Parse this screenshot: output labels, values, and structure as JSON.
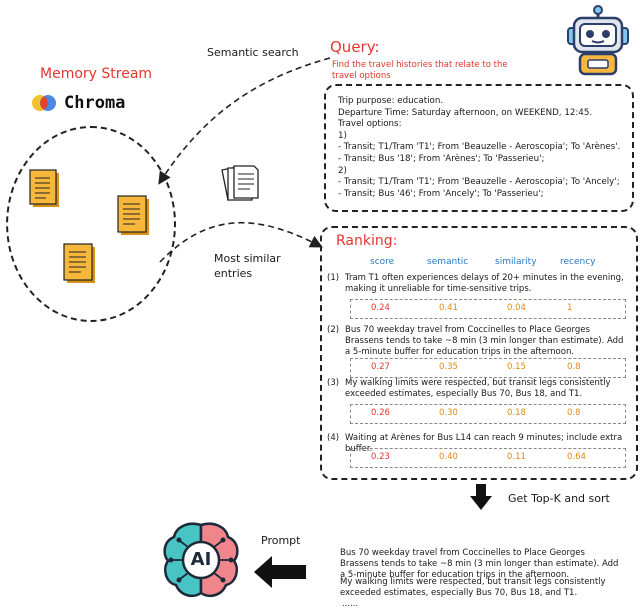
{
  "left": {
    "memory_stream_label": "Memory Stream",
    "chroma_label": "Chroma",
    "semantic_search_label": "Semantic search",
    "most_similar_label": "Most similar\nentries"
  },
  "query": {
    "title": "Query:",
    "subtitle": "Find the travel histories that relate to the travel options",
    "lines": [
      "Trip purpose: education.",
      "Departure Time: Saturday afternoon, on WEEKEND, 12:45.",
      "Travel options:",
      "1)",
      "- Transit; T1/Tram 'T1'; From 'Beauzelle  - Aeroscopia'; To 'Arènes'.",
      "- Transit; Bus '18'; From 'Arènes'; To 'Passerieu';",
      "2)",
      "- Transit; T1/Tram 'T1'; From 'Beauzelle  - Aeroscopia'; To 'Ancely';",
      "- Transit; Bus '46'; From 'Ancely'; To 'Passerieu';"
    ]
  },
  "ranking": {
    "title": "Ranking:",
    "headers": [
      "score",
      "semantic",
      "similarity",
      "recency"
    ],
    "items": [
      {
        "num": "(1)",
        "text": "Tram T1 often experiences delays of 20+ minutes in the evening, making it unreliable for time-sensitive trips.",
        "score": "0.24",
        "semantic": "0.41",
        "similarity": "0.04",
        "recency": "1"
      },
      {
        "num": "(2)",
        "text": "Bus 70 weekday travel from Coccinelles to Place Georges Brassens tends to take ~8 min (3 min longer than estimate). Add a 5-minute buffer for education trips in the afternoon.",
        "score": "0.27",
        "semantic": "0.35",
        "similarity": "0.15",
        "recency": "0.8"
      },
      {
        "num": "(3)",
        "text": "My walking limits were respected, but transit legs consistently exceeded estimates, especially Bus 70, Bus 18, and T1.",
        "score": "0.26",
        "semantic": "0.30",
        "similarity": "0.18",
        "recency": "0.8"
      },
      {
        "num": "(4)",
        "text": "Waiting at Arènes for Bus L14 can reach 9 minutes; include extra buffer.",
        "score": "0.23",
        "semantic": "0.40",
        "similarity": "0.11",
        "recency": "0.64"
      }
    ]
  },
  "bottom": {
    "topk_label": "Get Top-K and sort",
    "prompt_label": "Prompt",
    "ai_label": "AI",
    "result_1": "Bus 70 weekday travel from Coccinelles to Place Georges Brassens tends to take ~8 min (3 min longer than estimate). Add a 5-minute buffer for education trips in the afternoon.",
    "result_2": "My walking limits were respected, but transit legs consistently exceeded estimates, especially Bus 70, Bus 18, and T1.",
    "ellipsis": "......"
  }
}
